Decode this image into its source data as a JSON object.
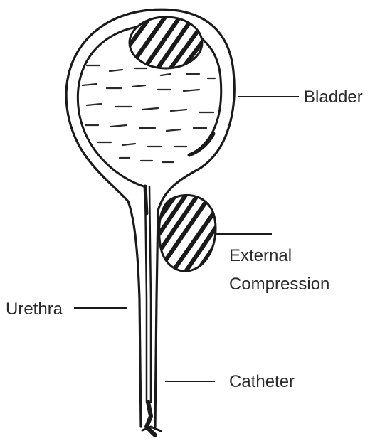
{
  "labels": {
    "bladder": "Bladder",
    "external_compression_line1": "External",
    "external_compression_line2": "Compression",
    "urethra": "Urethra",
    "catheter": "Catheter"
  },
  "colors": {
    "ink": "#1a1a1a",
    "text": "#2a2a2a",
    "background": "#ffffff"
  }
}
